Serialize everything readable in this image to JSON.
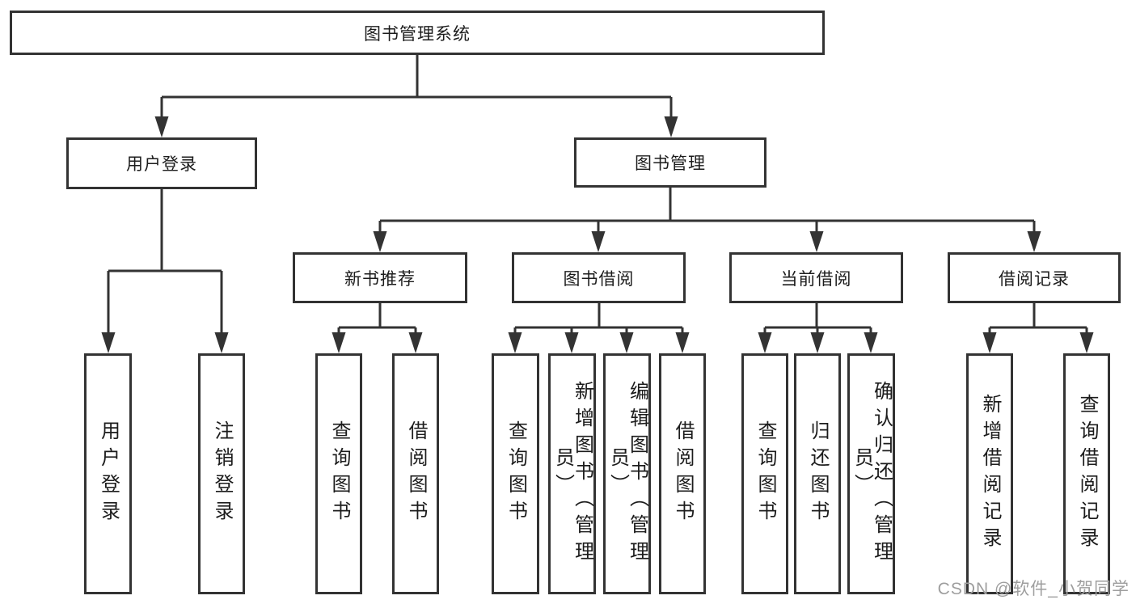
{
  "diagram": {
    "root": "图书管理系统",
    "watermark": "CSDN @软件_小贺同学",
    "colors": {
      "line": "#333333",
      "box_border": "#333333",
      "text": "#1c1c1c",
      "watermark": "#9e9e9e",
      "background": "#ffffff"
    },
    "branches": [
      {
        "label": "用户登录",
        "children": [
          {
            "label": "用户登录"
          },
          {
            "label": "注销登录"
          }
        ]
      },
      {
        "label": "图书管理",
        "children": [
          {
            "label": "新书推荐",
            "children": [
              {
                "label": "查询图书"
              },
              {
                "label": "借阅图书"
              }
            ]
          },
          {
            "label": "图书借阅",
            "children": [
              {
                "label": "查询图书"
              },
              {
                "label": "新增图书（管理员）"
              },
              {
                "label": "编辑图书（管理员）"
              },
              {
                "label": "借阅图书"
              }
            ]
          },
          {
            "label": "当前借阅",
            "children": [
              {
                "label": "查询图书"
              },
              {
                "label": "归还图书"
              },
              {
                "label": "确认归还（管理员）"
              }
            ]
          },
          {
            "label": "借阅记录",
            "children": [
              {
                "label": "新增借阅记录"
              },
              {
                "label": "查询借阅记录"
              }
            ]
          }
        ]
      }
    ]
  }
}
